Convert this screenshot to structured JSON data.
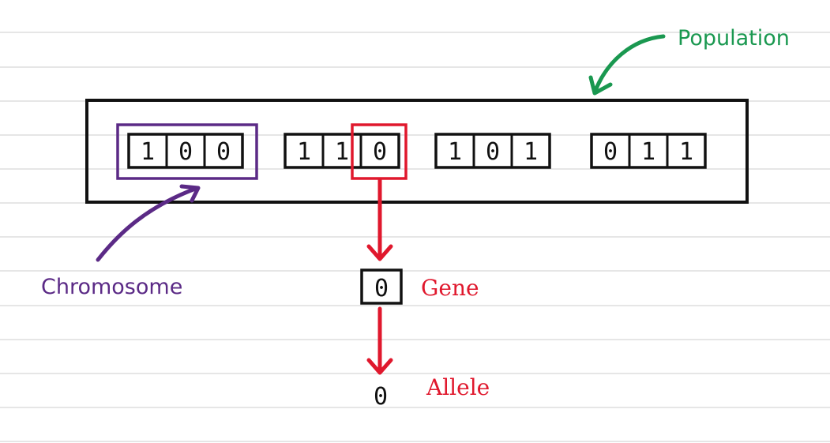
{
  "labels": {
    "population": "Population",
    "chromosome": "Chromosome",
    "gene": "Gene",
    "allele": "Allele"
  },
  "chromosomes": [
    {
      "genes": [
        "1",
        "0",
        "0"
      ]
    },
    {
      "genes": [
        "1",
        "1",
        "0"
      ]
    },
    {
      "genes": [
        "1",
        "0",
        "1"
      ]
    },
    {
      "genes": [
        "0",
        "1",
        "1"
      ]
    }
  ],
  "highlighted": {
    "chromosome_index": 0,
    "chromosome_gene_index": 2
  },
  "gene_value": "0",
  "allele_value": "0",
  "colors": {
    "population": "#1a9850",
    "chromosome": "#5b2a86",
    "gene": "#e0182d",
    "ink": "#111111",
    "lines": "#e6e6e6"
  }
}
